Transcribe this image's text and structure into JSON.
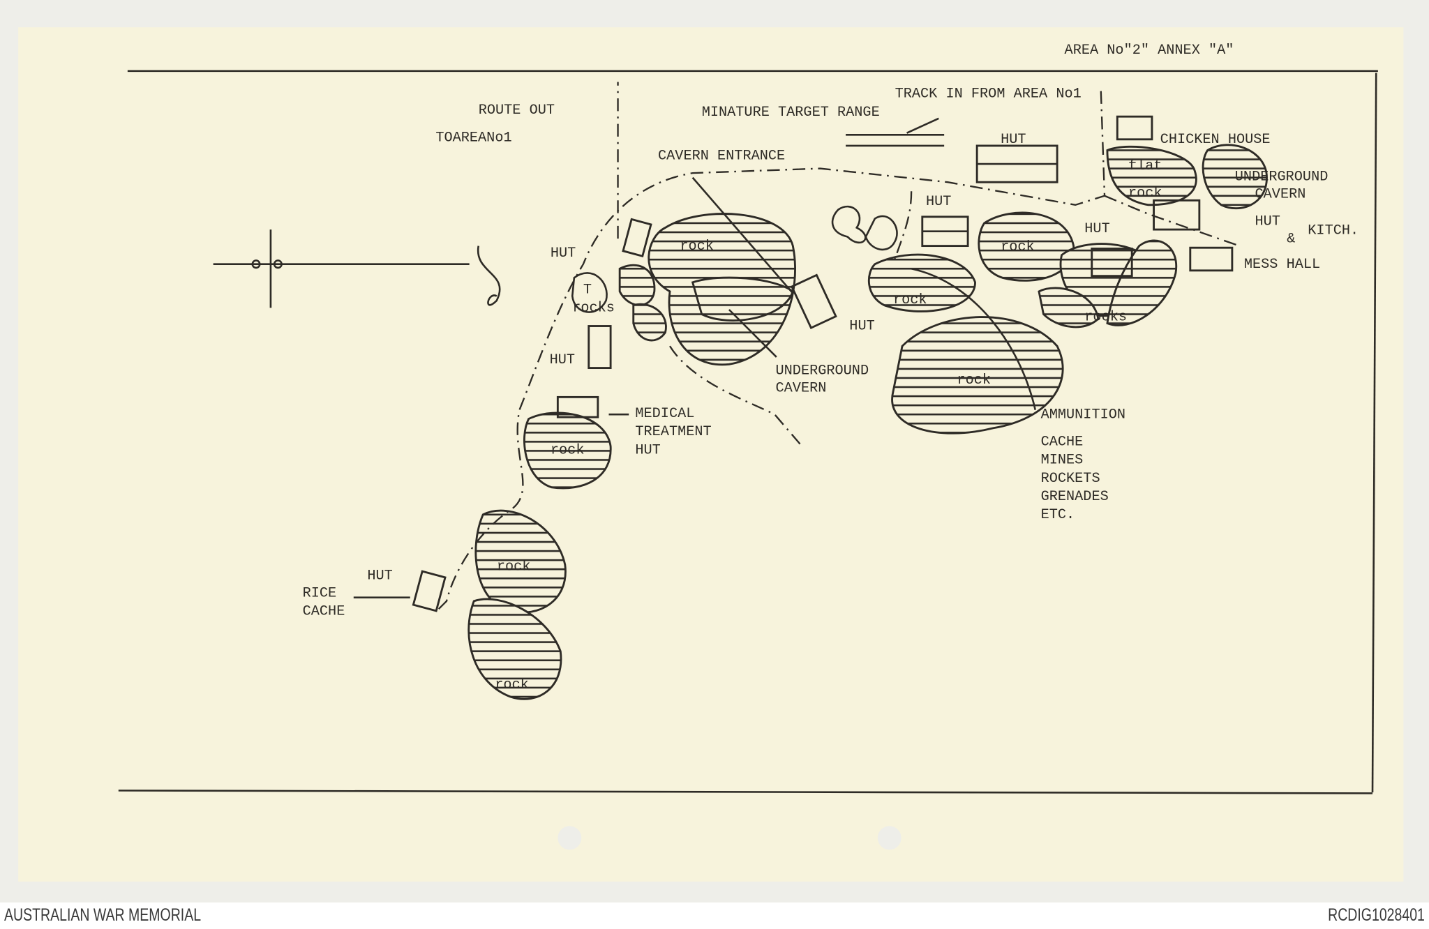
{
  "document": {
    "title": "AREA No\"2\" ANNEX \"A\"",
    "labels": {
      "route_out": "ROUTE OUT",
      "to_area_no1": "TOAREANo1",
      "target_range": "MINATURE TARGET RANGE",
      "track_in": "TRACK IN FROM AREA No1",
      "cavern_entrance": "CAVERN ENTRANCE",
      "hut": "HUT",
      "chicken_house": "CHICKEN HOUSE",
      "flat": "flat",
      "rock": "rock",
      "rocks": "rocks",
      "t_mark": "T",
      "underground": "UNDERGROUND",
      "cavern": "CAVERN",
      "amp": "&",
      "kitch": "KITCH.",
      "mess_hall": "MESS HALL",
      "medical": "MEDICAL",
      "treatment": "TREATMENT",
      "ammunition": "AMMUNITION",
      "cache": "CACHE",
      "mines": "MINES",
      "rockets": "ROCKETS",
      "grenades": "GRENADES",
      "etc": "ETC.",
      "rice": "RICE"
    }
  },
  "footer": {
    "institution": "AUSTRALIAN WAR MEMORIAL",
    "record_id": "RCDIG1028401"
  },
  "colors": {
    "paper": "#f7f3dc",
    "ink": "#2e2b26",
    "background": "#eeeee9"
  }
}
